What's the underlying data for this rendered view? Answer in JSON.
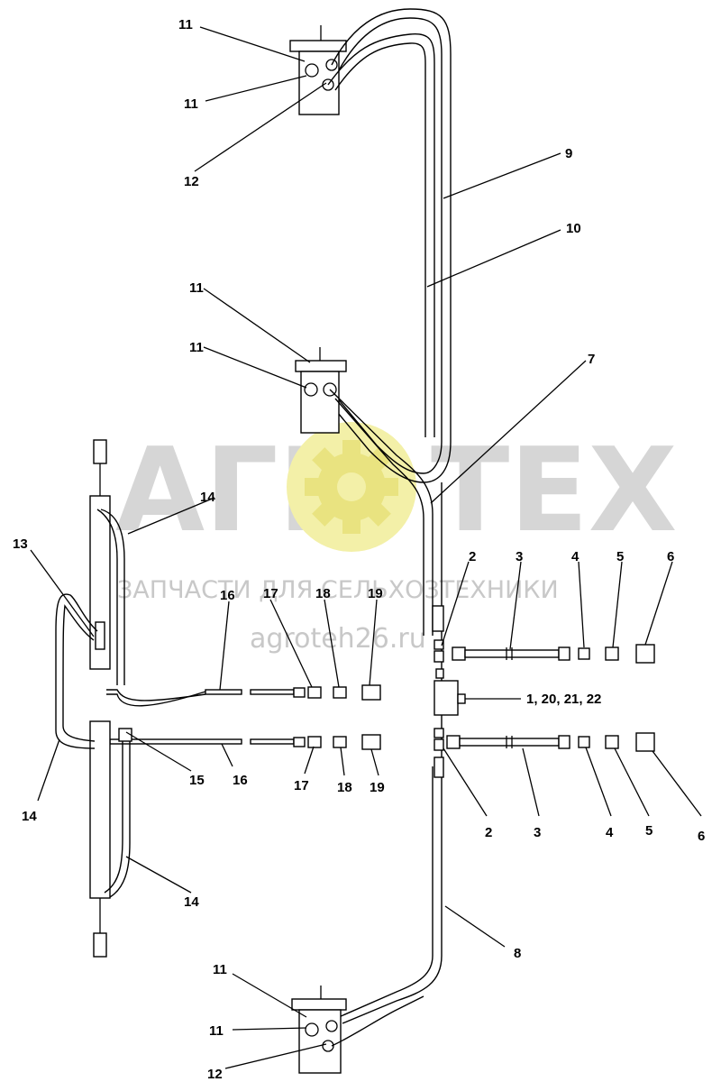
{
  "watermark": {
    "brand_left": "АГР",
    "brand_right": "ТЕХ",
    "tagline": "ЗАПЧАСТИ ДЛЯ СЕЛЬХОЗТЕХНИКИ",
    "website": "agroteh26.ru",
    "gear_color": "#f3f0a8",
    "text_color": "#d6d6d6"
  },
  "callouts": {
    "c11_top_a": "11",
    "c11_top_b": "11",
    "c12_top": "12",
    "c9": "9",
    "c10": "10",
    "c11_mid_a": "11",
    "c11_mid_b": "11",
    "c7": "7",
    "c14_upper": "14",
    "c13": "13",
    "c16_upper": "16",
    "c17_upper": "17",
    "c18_upper": "18",
    "c19_upper": "19",
    "c2_upper": "2",
    "c3_upper": "3",
    "c4_upper": "4",
    "c5_upper": "5",
    "c6_upper": "6",
    "c_valve": "1, 20, 21, 22",
    "c15": "15",
    "c16_lower": "16",
    "c17_lower": "17",
    "c18_lower": "18",
    "c19_lower": "19",
    "c14_left": "14",
    "c14_lower": "14",
    "c2_lower": "2",
    "c3_lower": "3",
    "c4_lower": "4",
    "c5_lower": "5",
    "c6_lower": "6",
    "c8": "8",
    "c11_bot_a": "11",
    "c11_bot_b": "11",
    "c12_bot": "12"
  }
}
